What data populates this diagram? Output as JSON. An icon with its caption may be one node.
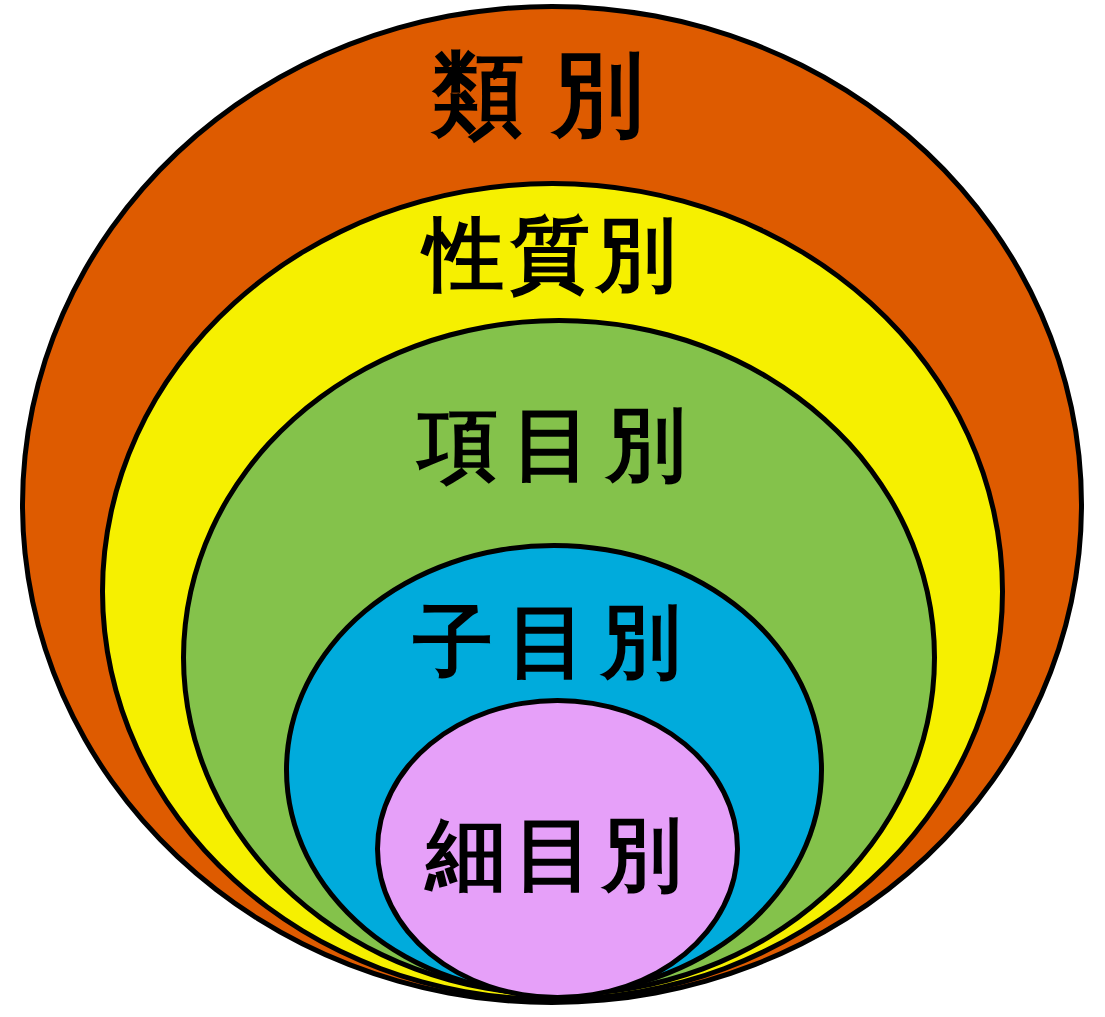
{
  "diagram": {
    "nodes": [
      {
        "text": [
          "類別"
        ]
      },
      {
        "text": [
          "性質別"
        ],
        "in": 0
      },
      {
        "text": [
          "項目別"
        ],
        "in": 1
      },
      {
        "text": [
          "子目別"
        ],
        "in": 2
      },
      {
        "text": [
          "細目別"
        ],
        "in": 3
      }
    ]
  }
}
